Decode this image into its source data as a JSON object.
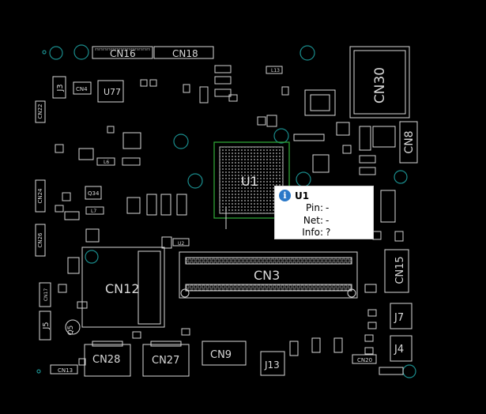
{
  "board": {
    "labels": {
      "CN16": "CN16",
      "CN18": "CN18",
      "CN30": "CN30",
      "CN8": "CN8",
      "U77": "U77",
      "J3": "J3",
      "CN4": "CN4",
      "CN22": "CN22",
      "CN24": "CN24",
      "CN26": "CN26",
      "CN12": "CN12",
      "CN3": "CN3",
      "CN15": "CN15",
      "U1": "U1",
      "J5": "J5",
      "Q5": "Q5",
      "CN28": "CN28",
      "CN27": "CN27",
      "CN9": "CN9",
      "J13": "J13",
      "J7": "J7",
      "J4": "J4",
      "CN13": "CN13",
      "CN20": "CN20",
      "U2": "U2",
      "Q34": "Q34",
      "L7": "L7",
      "L13": "L13",
      "L6": "L6",
      "CN17": "CN17"
    }
  },
  "tooltip": {
    "title": "U1",
    "pin_label": "Pin:",
    "pin_value": "-",
    "net_label": "Net:",
    "net_value": "-",
    "info_label": "Info:",
    "info_value": "?",
    "icon": "i"
  },
  "colors": {
    "background": "#000000",
    "outline": "#d8d8d8",
    "selection": "#2fa336",
    "mount_hole": "#1a8c8c",
    "info_icon": "#2a78c8"
  }
}
